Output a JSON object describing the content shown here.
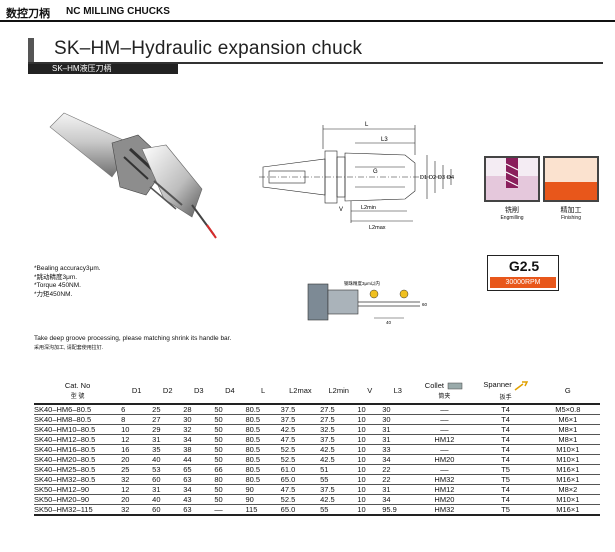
{
  "header": {
    "category_cn": "数控刀柄",
    "category_en": "NC MILLING CHUCKS"
  },
  "product": {
    "title": "SK–HM–Hydraulic expansion chuck",
    "subtitle_cn": "SK–HM液压刀柄"
  },
  "drawing_labels": {
    "L": "L",
    "L3": "L3",
    "G": "G",
    "V": "V",
    "L2min": "L2min",
    "L2max": "L2max",
    "D1": "D1",
    "D2": "D2",
    "D3": "D3",
    "D4": "D4",
    "dim_40": "40",
    "dim_d50": "60"
  },
  "detail_caption": "钢珠精度3μm以内",
  "finishes": [
    {
      "cn": "铣削",
      "en": "Engmilling",
      "color": "#8a1f5c"
    },
    {
      "cn": "精加工",
      "en": "Finishing",
      "color": "#e8571b"
    }
  ],
  "balance": {
    "grade": "G2.5",
    "rpm": "30000RPM",
    "rpm_color": "#e8571b"
  },
  "notes": [
    "*Bealing accuracy3μm.",
    "*跳动精度3μm.",
    "*Torque 450NM.",
    "*力矩450NM."
  ],
  "process": {
    "en": "Take deep groove processing, please matching shrink its handle bar.",
    "cn": "采用深沟加工, 请配套使用拉钉."
  },
  "table": {
    "headers": {
      "cat_no": "Cat. No",
      "cat_no_cn": "型 號",
      "d1": "D1",
      "d2": "D2",
      "d3": "D3",
      "d4": "D4",
      "l": "L",
      "l2max": "L2max",
      "l2min": "L2min",
      "v": "V",
      "l3": "L3",
      "collet": "Collet",
      "collet_cn": "筒夹",
      "spanner": "Spanner",
      "spanner_cn": "扳手",
      "g": "G"
    },
    "rows": [
      [
        "SK40–HM6–80.5",
        "6",
        "25",
        "28",
        "50",
        "80.5",
        "37.5",
        "27.5",
        "10",
        "30",
        "––",
        "T4",
        "M5×0.8"
      ],
      [
        "SK40–HM8–80.5",
        "8",
        "27",
        "30",
        "50",
        "80.5",
        "37.5",
        "27.5",
        "10",
        "30",
        "––",
        "T4",
        "M6×1"
      ],
      [
        "SK40–HM10–80.5",
        "10",
        "29",
        "32",
        "50",
        "80.5",
        "42.5",
        "32.5",
        "10",
        "31",
        "––",
        "T4",
        "M8×1"
      ],
      [
        "SK40–HM12–80.5",
        "12",
        "31",
        "34",
        "50",
        "80.5",
        "47.5",
        "37.5",
        "10",
        "31",
        "HM12",
        "T4",
        "M8×1"
      ],
      [
        "SK40–HM16–80.5",
        "16",
        "35",
        "38",
        "50",
        "80.5",
        "52.5",
        "42.5",
        "10",
        "33",
        "––",
        "T4",
        "M10×1"
      ],
      [
        "SK40–HM20–80.5",
        "20",
        "40",
        "44",
        "50",
        "80.5",
        "52.5",
        "42.5",
        "10",
        "34",
        "HM20",
        "T4",
        "M10×1"
      ],
      [
        "SK40–HM25–80.5",
        "25",
        "53",
        "65",
        "66",
        "80.5",
        "61.0",
        "51",
        "10",
        "22",
        "––",
        "T5",
        "M16×1"
      ],
      [
        "SK40–HM32–80.5",
        "32",
        "60",
        "63",
        "80",
        "80.5",
        "65.0",
        "55",
        "10",
        "22",
        "HM32",
        "T5",
        "M16×1"
      ],
      [
        "SK50–HM12–90",
        "12",
        "31",
        "34",
        "50",
        "90",
        "47.5",
        "37.5",
        "10",
        "31",
        "HM12",
        "T4",
        "M8×2"
      ],
      [
        "SK50–HM20–90",
        "20",
        "40",
        "43",
        "50",
        "90",
        "52.5",
        "42.5",
        "10",
        "34",
        "HM20",
        "T4",
        "M10×1"
      ],
      [
        "SK50–HM32–115",
        "32",
        "60",
        "63",
        "––",
        "115",
        "65.0",
        "55",
        "10",
        "95.9",
        "HM32",
        "T5",
        "M16×1"
      ]
    ]
  }
}
